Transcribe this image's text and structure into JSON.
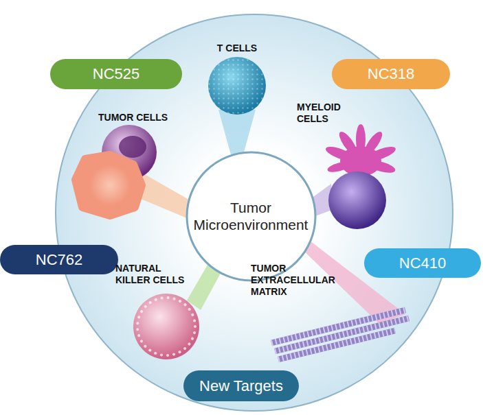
{
  "diagram": {
    "nodes": [
      {
        "text": [
          "NC525"
        ]
      },
      {
        "text": [
          "NC318"
        ]
      },
      {
        "text": [
          "Tumor Microenvironment"
        ]
      },
      {
        "text": [
          "NC762"
        ]
      },
      {
        "text": [
          "NC410"
        ]
      },
      {
        "text": [
          "New Targets"
        ]
      }
    ],
    "labels": [
      "T CELLS",
      "MYELOID CELLS",
      "TUMOR CELLS",
      "NATURAL KILLER CELLS",
      "TUMOR EXTRACELLULAR MATRIX"
    ]
  }
}
